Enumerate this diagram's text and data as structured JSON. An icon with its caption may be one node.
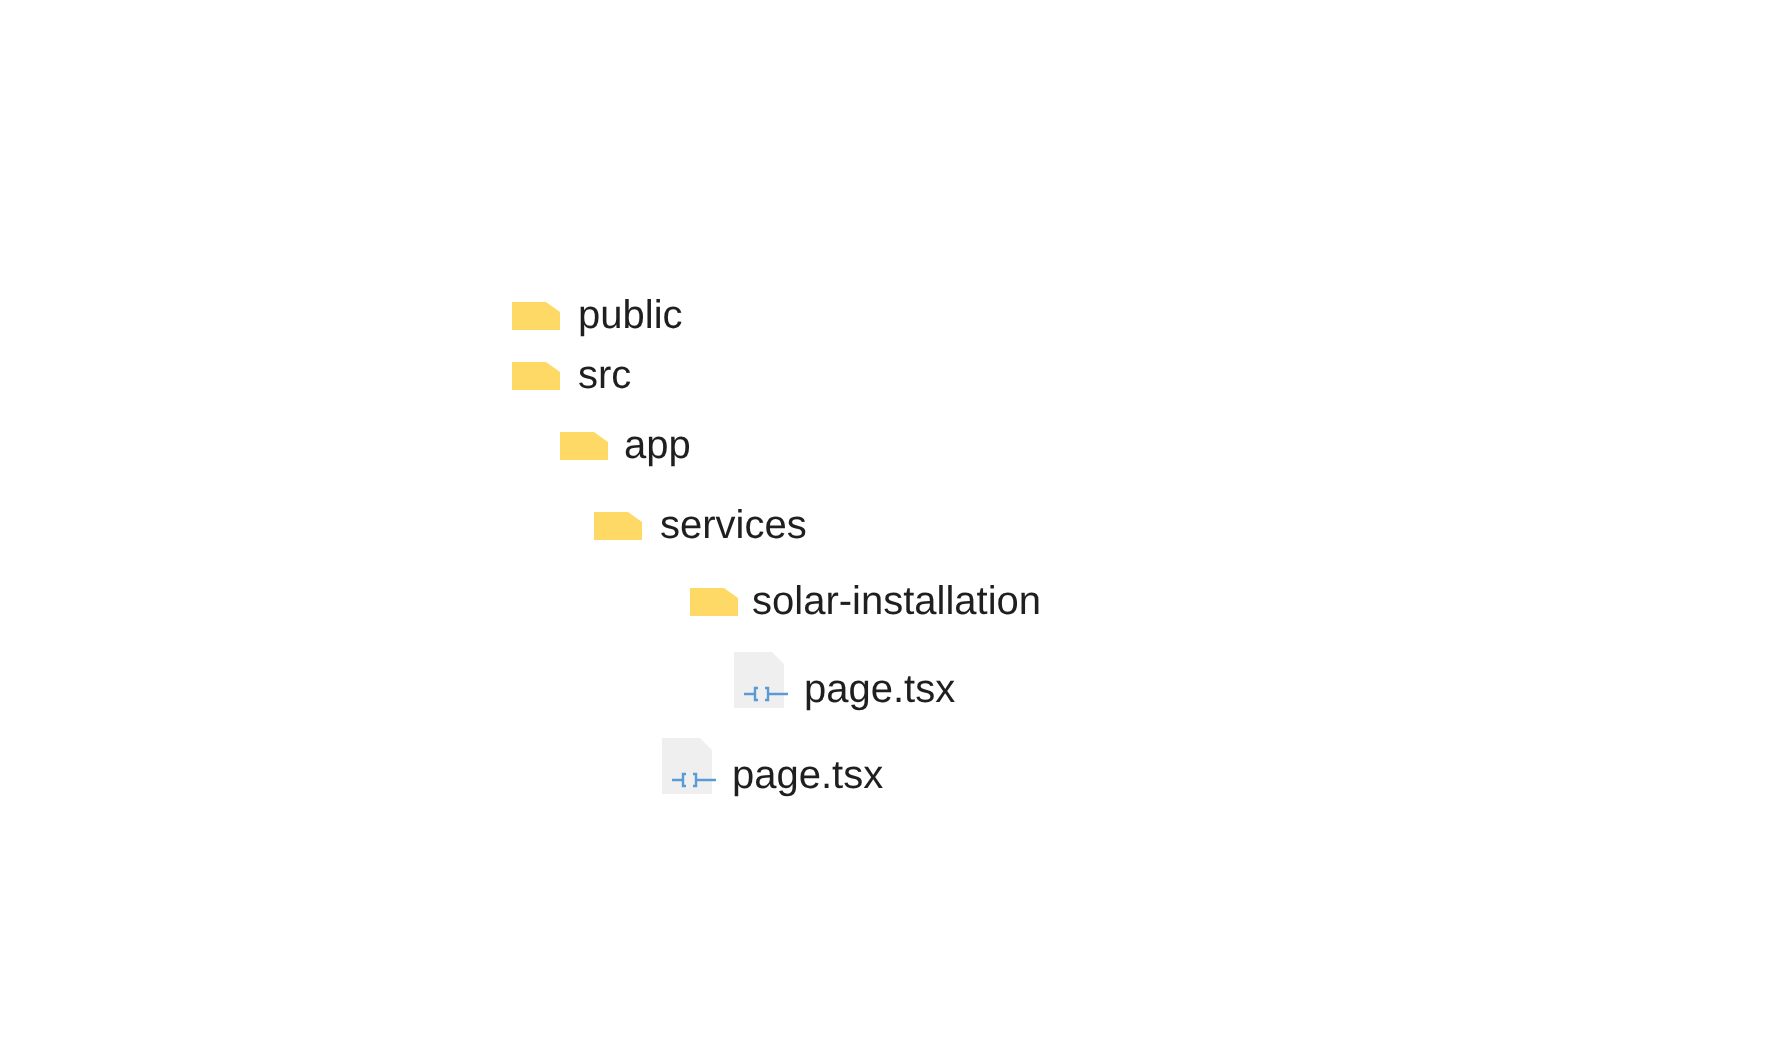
{
  "diagram": {
    "labels": [
      "public",
      "src",
      "app",
      "services",
      "solar-installation",
      "page.tsx",
      "page.tsx"
    ]
  }
}
